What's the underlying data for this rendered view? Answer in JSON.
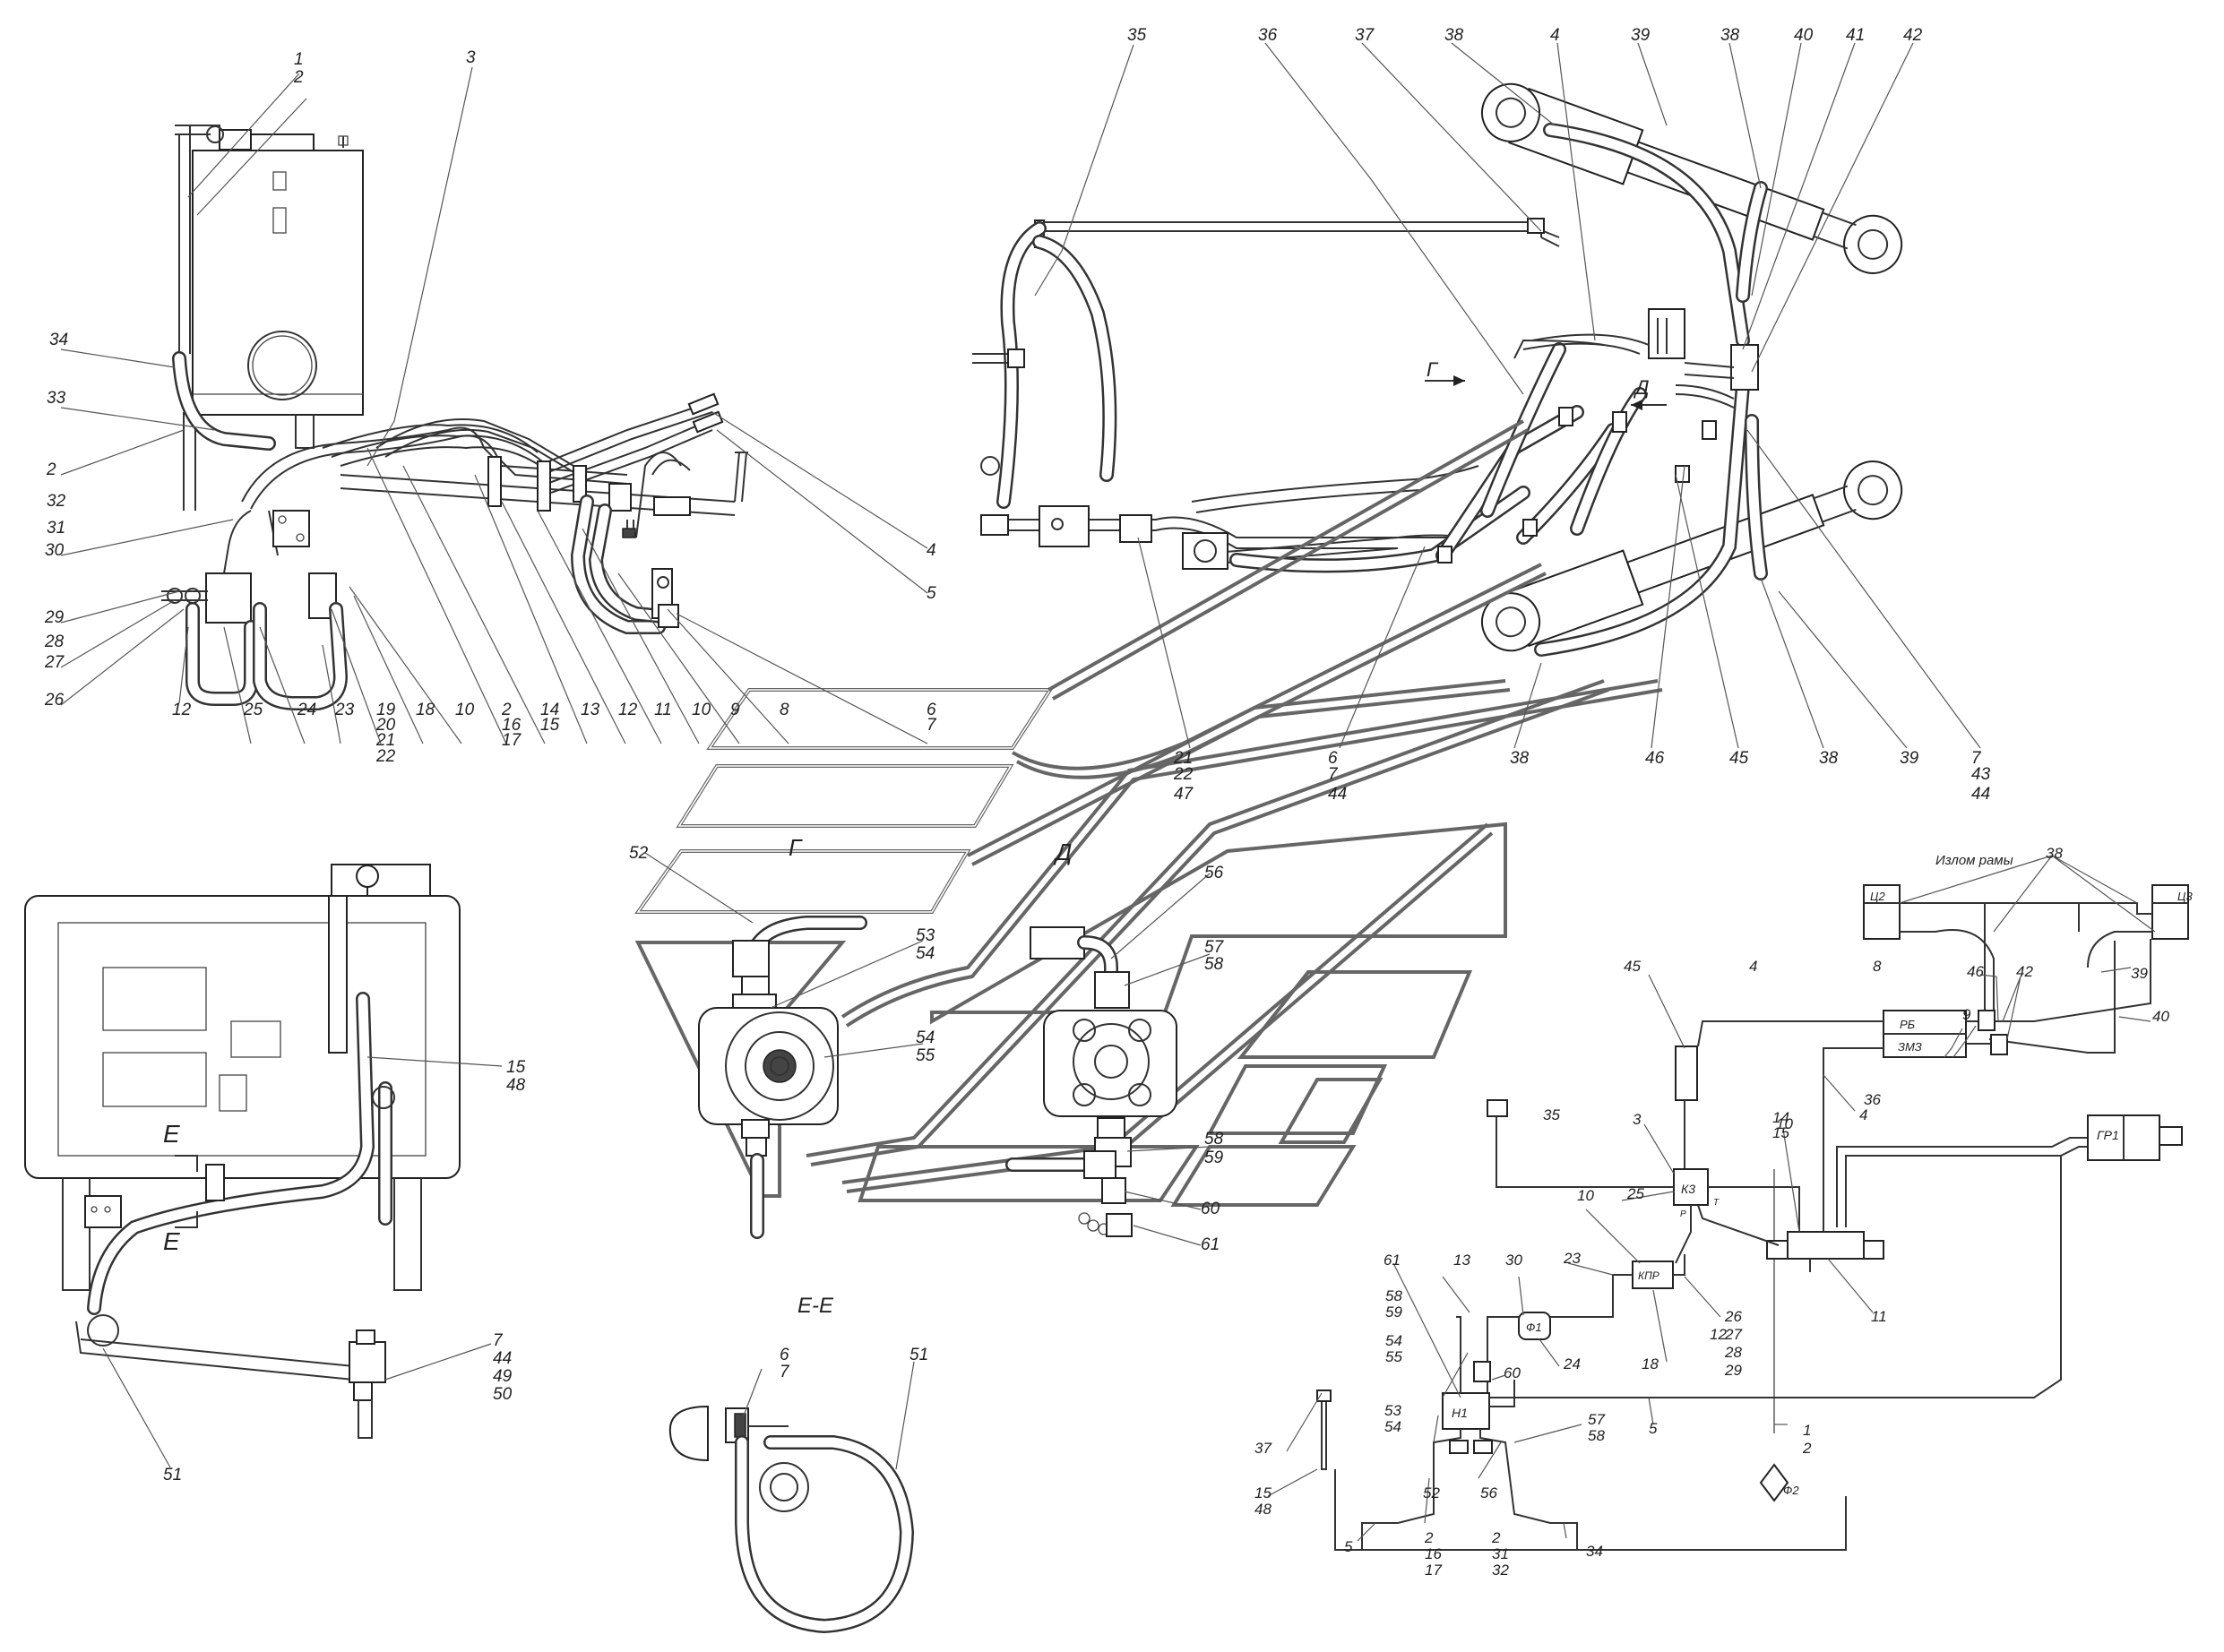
{
  "section_labels": {
    "view_g": "Г",
    "view_d": "Д",
    "section_e_e": "Е-Е",
    "cut_e": "Е",
    "arrow_g": "Г",
    "arrow_d": "Д"
  },
  "schematic": {
    "frame_break_label": "Излом рамы",
    "components": {
      "c2": "Ц2",
      "c3": "Ц3",
      "rs": "РБ",
      "zmz": "ЗМЗ",
      "k3": "К3",
      "kpr": "КПР",
      "f1": "Ф1",
      "f2": "Ф2",
      "n1": "Н1",
      "gr1": "ГР1",
      "p_port": "Р",
      "t_port": "Т"
    }
  },
  "callouts": {
    "tank_view": [
      "1",
      "2",
      "3",
      "34",
      "33",
      "2",
      "32",
      "31",
      "30",
      "29",
      "28",
      "27",
      "26",
      "12",
      "25",
      "24",
      "23",
      "19",
      "20",
      "21",
      "22",
      "18",
      "10",
      "2",
      "16",
      "17",
      "14",
      "15",
      "13",
      "12",
      "11",
      "10",
      "9",
      "8",
      "6",
      "7",
      "4",
      "5"
    ],
    "frame_view": [
      "35",
      "36",
      "37",
      "38",
      "4",
      "39",
      "38",
      "40",
      "41",
      "42",
      "21",
      "22",
      "47",
      "6",
      "7",
      "44",
      "38",
      "46",
      "45",
      "38",
      "39",
      "7",
      "43",
      "44"
    ],
    "tank_front": [
      "15",
      "48",
      "7",
      "44",
      "49",
      "50",
      "51"
    ],
    "detail_views": [
      "52",
      "53",
      "54",
      "54",
      "55",
      "56",
      "57",
      "58",
      "58",
      "59",
      "60",
      "61",
      "6",
      "7",
      "51"
    ],
    "schematic": [
      "38",
      "46",
      "42",
      "39",
      "40",
      "45",
      "4",
      "8",
      "9",
      "35",
      "3",
      "4",
      "36",
      "14",
      "15",
      "10",
      "25",
      "10",
      "23",
      "26",
      "27",
      "28",
      "29",
      "12",
      "18",
      "11",
      "61",
      "13",
      "30",
      "58",
      "59",
      "54",
      "55",
      "60",
      "24",
      "53",
      "54",
      "57",
      "58",
      "5",
      "37",
      "15",
      "48",
      "52",
      "56",
      "1",
      "2",
      "5",
      "2",
      "16",
      "17",
      "2",
      "31",
      "32",
      "34"
    ]
  }
}
